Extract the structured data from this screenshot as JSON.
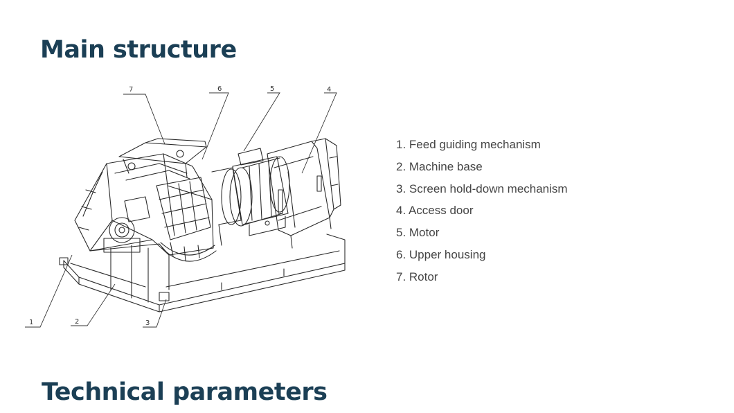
{
  "colors": {
    "title": "#1b3f55",
    "legend_text": "#444444",
    "drawing_line": "#2a2a2a",
    "background": "#ffffff"
  },
  "sections": {
    "main_structure_title": "Main structure",
    "technical_parameters_title": "Technical parameters"
  },
  "diagram": {
    "callouts": [
      "7",
      "6",
      "5",
      "4",
      "1",
      "2",
      "3"
    ]
  },
  "legend": {
    "items": [
      "1. Feed guiding mechanism",
      "2. Machine base",
      "3. Screen hold-down mechanism",
      "4. Access door",
      "5. Motor",
      "6. Upper housing",
      "7. Rotor"
    ]
  }
}
